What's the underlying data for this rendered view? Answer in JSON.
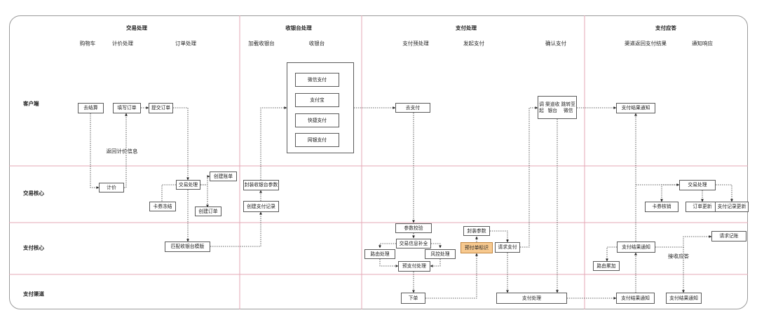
{
  "phases": {
    "transaction": "交易处理",
    "checkout": "收银台处理",
    "payment": "支付处理",
    "response": "支付应答"
  },
  "subphases": {
    "cart": "购物车",
    "pricing": "计价处理",
    "order": "订单处理",
    "load_checkout": "加载收银台",
    "checkout_desk": "收银台",
    "prepay": "支付预处理",
    "initiate": "发起支付",
    "confirm": "确认支付",
    "channel_result": "渠道返回支付结果",
    "notify_response": "通知响应"
  },
  "lanes": {
    "client": "客户端",
    "trade_core": "交易核心",
    "pay_core": "支付核心",
    "pay_channel": "支付渠道"
  },
  "nodes": {
    "checkout_btn": "去结算",
    "fill_order": "填写订单",
    "submit_order": "提交订单",
    "return_price": "返回计价信息",
    "price": "计价",
    "trade_process": "交易处理",
    "create_bill": "创建账单",
    "coupon_freeze": "卡券冻结",
    "create_order": "创建订单",
    "match_template": "匹配收银台模版",
    "wrap_params": "封装收银台参数",
    "create_record": "创建支付记录",
    "wechat": "微信支付",
    "alipay": "支付宝",
    "quickpay": "快捷支付",
    "netbank": "网银支付",
    "go_pay": "去支付",
    "param_check": "参数校验",
    "trade_info": "交易信息补全",
    "route": "路由处理",
    "risk": "风控处理",
    "prepay_proc": "预支付处理",
    "place_order": "下单",
    "prepay_mark": "预付单标识",
    "wrap_param2": "封装参数",
    "request_pay": "请求支付",
    "invoke_l1": "调起",
    "invoke_l2": "渠道收银台",
    "invoke_l3": "跳转至微信",
    "channel_proc": "支付处理",
    "result_notify_client": "支付结果通知",
    "trade_process2": "交易处理",
    "coupon_verify": "卡券核销",
    "order_update": "订单更新",
    "record_update": "支付记录更新",
    "result_notify_core": "支付结果通知",
    "request_log": "请求记账",
    "route_accum": "路由累加",
    "receive_ack": "接收应答",
    "result_notify_chan": "支付结果通知",
    "result_notify_chan2": "支付结果通知"
  },
  "colors": {
    "separator": "#e6a7b5",
    "highlight": "#f7c98f",
    "border": "#5a5a5a"
  }
}
